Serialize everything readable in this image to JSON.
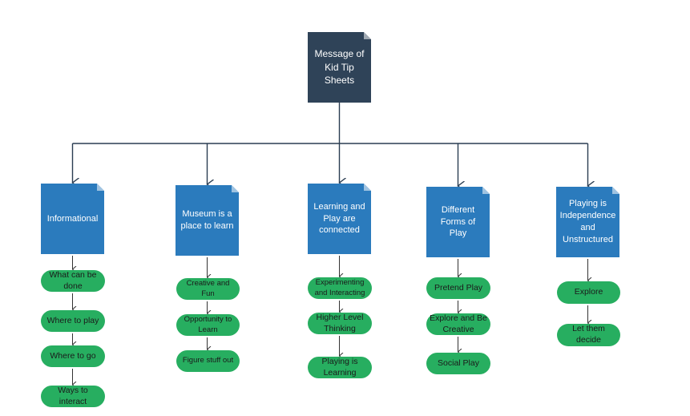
{
  "root": {
    "label": "Message of Kid Tip Sheets"
  },
  "categories": [
    {
      "label": "Informational",
      "items": [
        "What can be done",
        "Where to play",
        "Where to go",
        "Ways to interact"
      ]
    },
    {
      "label": "Museum is a place to learn",
      "items": [
        "Creative and Fun",
        "Opportunity to Learn",
        "Figure stuff out"
      ]
    },
    {
      "label": "Learning and Play are connected",
      "items": [
        "Experimenting and Interacting",
        "Higher Level Thinking",
        "Playing is Learning"
      ]
    },
    {
      "label": "Different Forms of Play",
      "items": [
        "Pretend Play",
        "Explore and Be Creative",
        "Social Play"
      ]
    },
    {
      "label": "Playing is Independence and Unstructured",
      "items": [
        "Explore",
        "Let them decide"
      ]
    }
  ],
  "colors": {
    "root": "#2f4358",
    "category": "#2b7bbd",
    "item": "#27ae60",
    "connector": "#2a3d52"
  }
}
